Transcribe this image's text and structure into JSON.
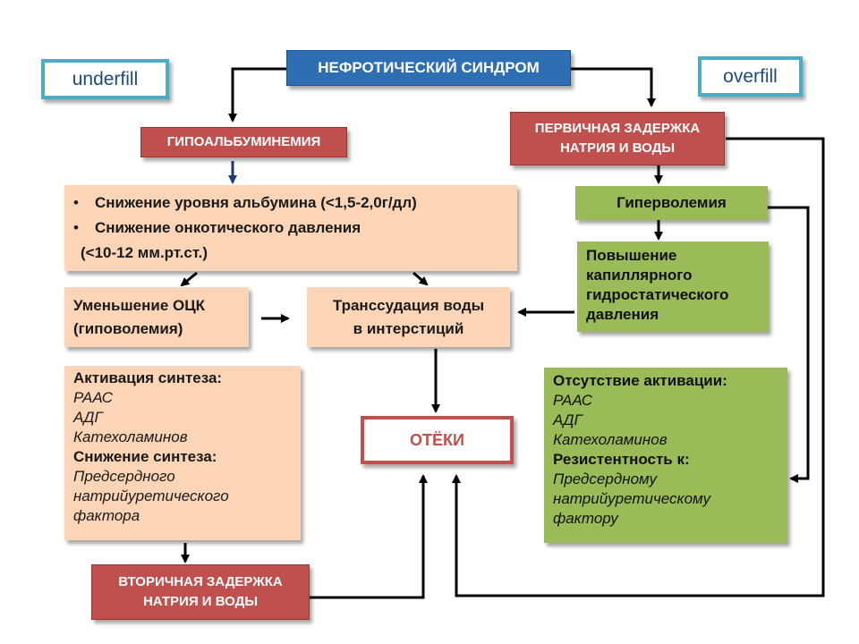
{
  "tags": {
    "underfill": "underfill",
    "overfill": "overfill"
  },
  "root": "НЕФРОТИЧЕСКИЙ СИНДРОМ",
  "left": {
    "hypo": "ГИПОАЛЬБУМИНЕМИЯ",
    "bullets": [
      "Снижение уровня альбумина (<1,5-2,0г/дл)",
      "Снижение онкотического давления"
    ],
    "bullet_cont": "(<10-12 мм.рт.ст.)",
    "ock": [
      "Уменьшение ОЦК",
      "(гиповолемия)"
    ],
    "activation_title": "Активация синтеза:",
    "activation_items": [
      "РААС",
      "АДГ",
      "Катехоламинов"
    ],
    "reduction_title": "Снижение синтеза:",
    "reduction_items": [
      "Предсердного",
      "натрийуретического",
      "фактора"
    ],
    "secondary": [
      "ВТОРИЧНАЯ ЗАДЕРЖКА",
      "НАТРИЯ И ВОДЫ"
    ]
  },
  "center": {
    "transudation": [
      "Транссудация воды",
      "в интерстиций"
    ],
    "edema": "ОТЁКИ"
  },
  "right": {
    "primary": [
      "ПЕРВИЧНАЯ ЗАДЕРЖКА",
      "НАТРИЯ И ВОДЫ"
    ],
    "hypervolemia": "Гиперволемия",
    "pressure": [
      "Повышение",
      "капиллярного",
      "гидростатического",
      "давления"
    ],
    "absence_title": "Отсутствие  активации:",
    "absence_items": [
      "РААС",
      "АДГ",
      "Катехоламинов"
    ],
    "resistance_title": "Резистентность  к:",
    "resistance_items": [
      "Предсердному",
      "натрийуретическому",
      "фактору"
    ]
  },
  "colors": {
    "blue_box": "#2e6fb3",
    "red_box": "#c0504d",
    "peach_box": "#fbd5b5",
    "green_box": "#9bbb59",
    "tag_border": "#4bacc6"
  }
}
